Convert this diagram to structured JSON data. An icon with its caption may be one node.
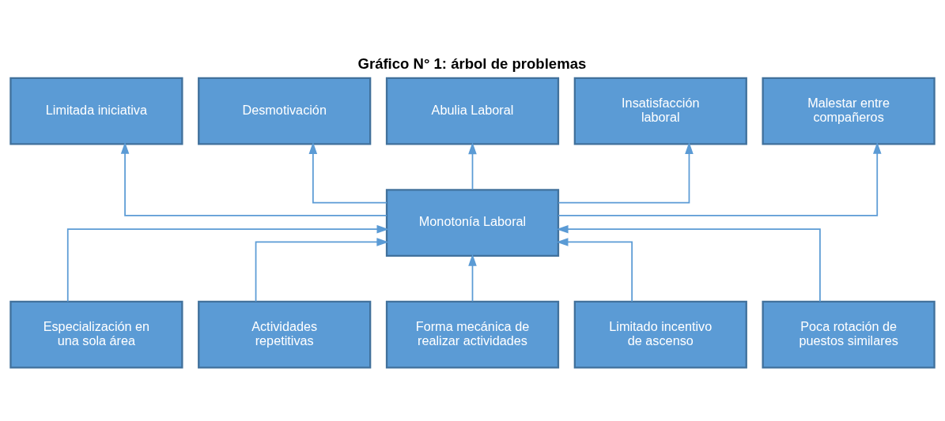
{
  "diagram": {
    "title": "Gráfico N° 1: árbol de problemas",
    "nodes": [
      {
        "text": [
          "Limitada iniciativa"
        ]
      },
      {
        "text": [
          "Desmotivación"
        ]
      },
      {
        "text": [
          "Abulia Laboral"
        ]
      },
      {
        "text": [
          "Insatisfacción laboral"
        ]
      },
      {
        "text": [
          "Malestar entre compañeros"
        ]
      },
      {
        "text": [
          "Monotonía Laboral"
        ]
      },
      {
        "text": [
          "Especialización en una sola área"
        ]
      },
      {
        "text": [
          "Actividades repetitivas"
        ]
      },
      {
        "text": [
          "Forma mecánica de realizar actividades"
        ]
      },
      {
        "text": [
          "Limitado incentivo de ascenso"
        ]
      },
      {
        "text": [
          "Poca rotación de puestos similares"
        ]
      }
    ],
    "edges": [
      {
        "from": 5,
        "to": 0,
        "arrow": "to"
      },
      {
        "from": 5,
        "to": 1,
        "arrow": "to"
      },
      {
        "from": 5,
        "to": 2,
        "arrow": "to"
      },
      {
        "from": 5,
        "to": 3,
        "arrow": "to"
      },
      {
        "from": 5,
        "to": 4,
        "arrow": "to"
      },
      {
        "from": 6,
        "to": 5,
        "arrow": "to"
      },
      {
        "from": 7,
        "to": 5,
        "arrow": "to"
      },
      {
        "from": 8,
        "to": 5,
        "arrow": "to"
      },
      {
        "from": 9,
        "to": 5,
        "arrow": "to"
      },
      {
        "from": 10,
        "to": 5,
        "arrow": "to"
      }
    ]
  }
}
